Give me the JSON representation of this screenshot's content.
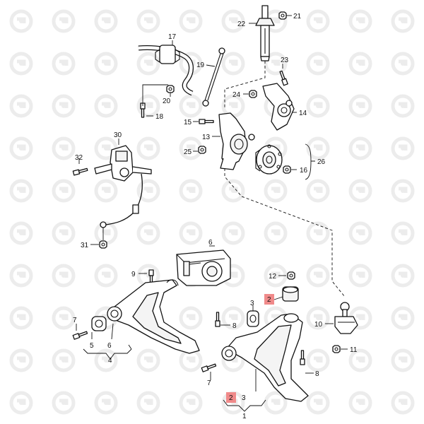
{
  "diagram": {
    "accent_color": "#f08a8a",
    "callouts": {
      "c1": "1",
      "c2a": "2",
      "c2b": "2",
      "c3a": "3",
      "c3b": "3",
      "c4": "4",
      "c5": "5",
      "c6a": "6",
      "c6b": "6",
      "c7a": "7",
      "c7b": "7",
      "c8a": "8",
      "c8b": "8",
      "c9": "9",
      "c10": "10",
      "c11": "11",
      "c12": "12",
      "c13": "13",
      "c14": "14",
      "c15": "15",
      "c16": "16",
      "c17": "17",
      "c18": "18",
      "c19": "19",
      "c20": "20",
      "c21": "21",
      "c22": "22",
      "c23": "23",
      "c24": "24",
      "c25": "25",
      "c26": "26",
      "c30": "30",
      "c31": "31",
      "c32": "32"
    },
    "watermark_icon": "gear-wrench-icon"
  }
}
